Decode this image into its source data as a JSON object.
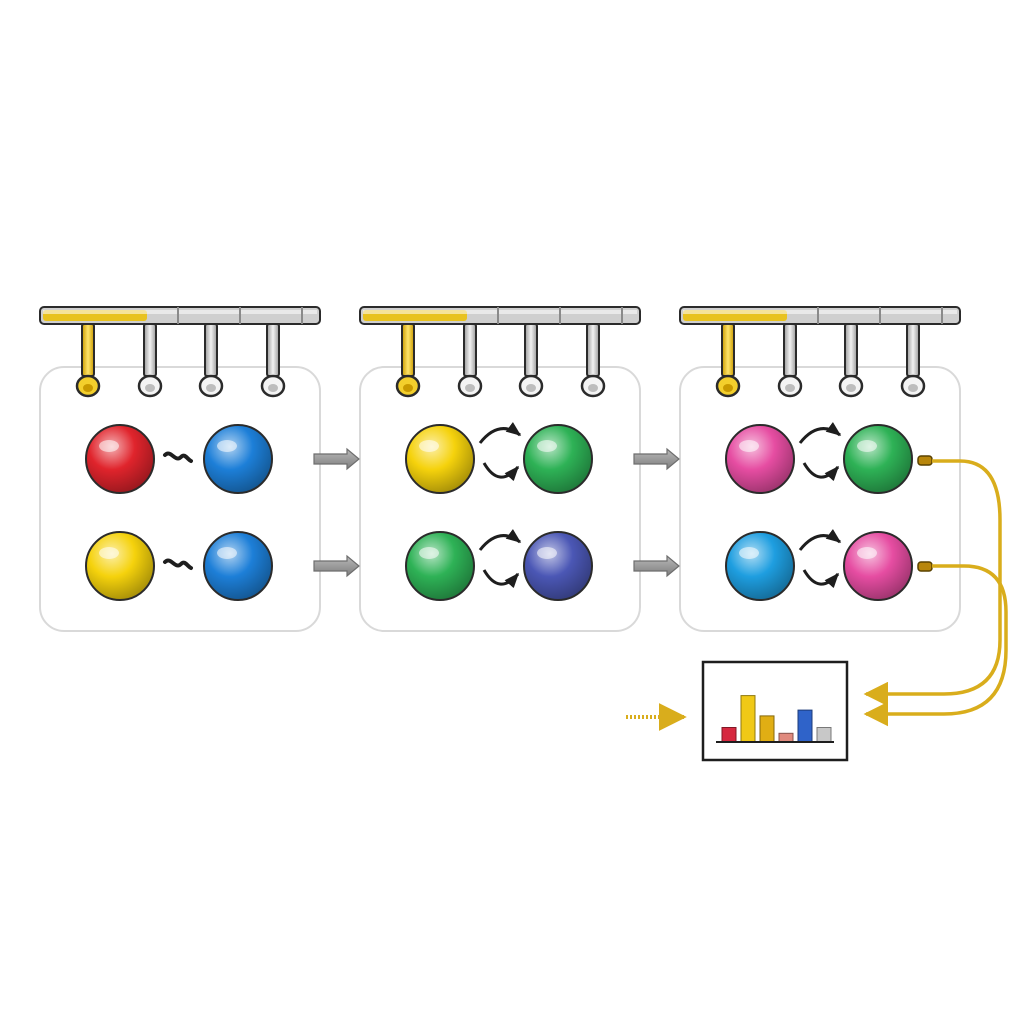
{
  "colors": {
    "background": "#ffffff",
    "panel_border": "#d9d9d9",
    "rail_gold": "#e8c21f",
    "rail_grey": "#cfcfcf",
    "flow_arrow": "#8c8c8c",
    "feed_line": "#d9ad1c",
    "outline": "#2b2b2b"
  },
  "stages": [
    {
      "rail": {
        "active_segment": 1,
        "pins": 4,
        "highlighted_pin": 1
      },
      "pairs": [
        {
          "left": {
            "color": "#e0242c",
            "name": "red"
          },
          "right": {
            "color": "#1d7fd8",
            "name": "blue"
          },
          "link": "squiggle"
        },
        {
          "left": {
            "color": "#f5d20c",
            "name": "yellow"
          },
          "right": {
            "color": "#1d7fd8",
            "name": "blue"
          },
          "link": "squiggle"
        }
      ]
    },
    {
      "rail": {
        "active_segment": 1,
        "pins": 4,
        "highlighted_pin": 1
      },
      "pairs": [
        {
          "left": {
            "color": "#f5d20c",
            "name": "yellow"
          },
          "right": {
            "color": "#2eb256",
            "name": "green"
          },
          "link": "exchange"
        },
        {
          "left": {
            "color": "#2eb256",
            "name": "green"
          },
          "right": {
            "color": "#4b57b5",
            "name": "indigo"
          },
          "link": "exchange"
        }
      ]
    },
    {
      "rail": {
        "active_segment": 1,
        "pins": 4,
        "highlighted_pin": 1
      },
      "pairs": [
        {
          "left": {
            "color": "#e64da2",
            "name": "pink"
          },
          "right": {
            "color": "#2eb256",
            "name": "green"
          },
          "link": "exchange"
        },
        {
          "left": {
            "color": "#1e9ee0",
            "name": "cyan"
          },
          "right": {
            "color": "#e64da2",
            "name": "pink"
          },
          "link": "exchange"
        }
      ]
    }
  ],
  "result_panel": {
    "bars": [
      {
        "value": 0.25,
        "color": "#d6283f"
      },
      {
        "value": 0.8,
        "color": "#f0c916"
      },
      {
        "value": 0.45,
        "color": "#e0ae14"
      },
      {
        "value": 0.15,
        "color": "#e08a7e"
      },
      {
        "value": 0.55,
        "color": "#2f63c9"
      },
      {
        "value": 0.25,
        "color": "#c8c8c8"
      }
    ]
  }
}
